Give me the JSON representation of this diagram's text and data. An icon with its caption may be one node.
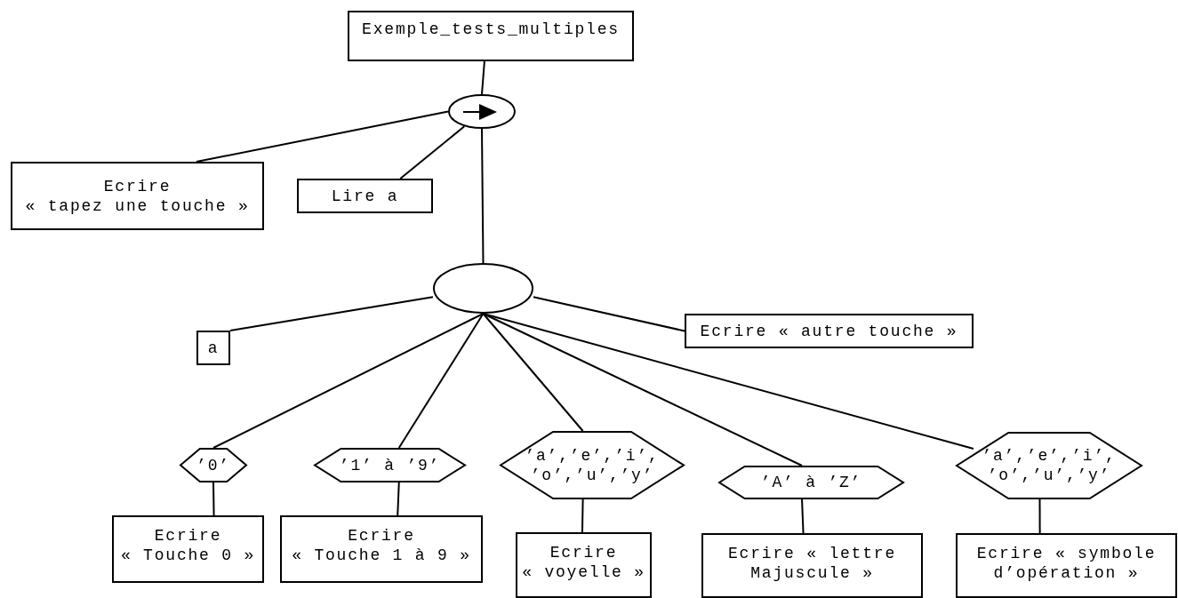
{
  "diagram": {
    "nodes": [
      {
        "text": [
          "Exemple_tests_multiples"
        ]
      },
      {
        "text": [],
        "shape": "circle"
      },
      {
        "text": [
          "Ecrire",
          "« tapez une touche »"
        ]
      },
      {
        "text": [
          "Lire a"
        ]
      },
      {
        "text": [],
        "shape": "circle"
      },
      {
        "text": [
          "a"
        ]
      },
      {
        "text": [
          "Ecrire « autre touche »"
        ]
      },
      {
        "text": [
          "’0’"
        ]
      },
      {
        "text": [
          "’1’ à ’9’"
        ]
      },
      {
        "text": [
          "’a’,’e’,’i’, ’o’,’u’,’y’"
        ]
      },
      {
        "text": [
          "’A’ à ’Z’"
        ]
      },
      {
        "text": [
          "’a’,’e’,’i’, ’o’,’u’,’y’"
        ]
      },
      {
        "text": [
          "Ecrire",
          "« Touche 0 »"
        ]
      },
      {
        "text": [
          "Ecrire",
          "« Touche 1 à 9 »"
        ]
      },
      {
        "text": [
          "Ecrire",
          "« voyelle »"
        ]
      },
      {
        "text": [
          "Ecrire « lettre Majuscule »"
        ]
      },
      {
        "text": [
          "Ecrire « symbole d’opération »"
        ]
      }
    ],
    "edges": [
      {
        "from": 0,
        "to": 1,
        "arrow": "none"
      },
      {
        "from": 1,
        "to": 2,
        "arrow": "none"
      },
      {
        "from": 1,
        "to": 3,
        "arrow": "none"
      },
      {
        "from": 1,
        "to": 4,
        "arrow": "none"
      },
      {
        "from": 4,
        "to": 5,
        "arrow": "none"
      },
      {
        "from": 4,
        "to": 6,
        "arrow": "none"
      },
      {
        "from": 4,
        "to": 7,
        "arrow": "none"
      },
      {
        "from": 4,
        "to": 8,
        "arrow": "none"
      },
      {
        "from": 4,
        "to": 9,
        "arrow": "none"
      },
      {
        "from": 4,
        "to": 10,
        "arrow": "none"
      },
      {
        "from": 4,
        "to": 11,
        "arrow": "none"
      },
      {
        "from": 7,
        "to": 12,
        "arrow": "none"
      },
      {
        "from": 8,
        "to": 13,
        "arrow": "none"
      },
      {
        "from": 9,
        "to": 14,
        "arrow": "none"
      },
      {
        "from": 10,
        "to": 15,
        "arrow": "none"
      },
      {
        "from": 11,
        "to": 16,
        "arrow": "none"
      }
    ]
  }
}
